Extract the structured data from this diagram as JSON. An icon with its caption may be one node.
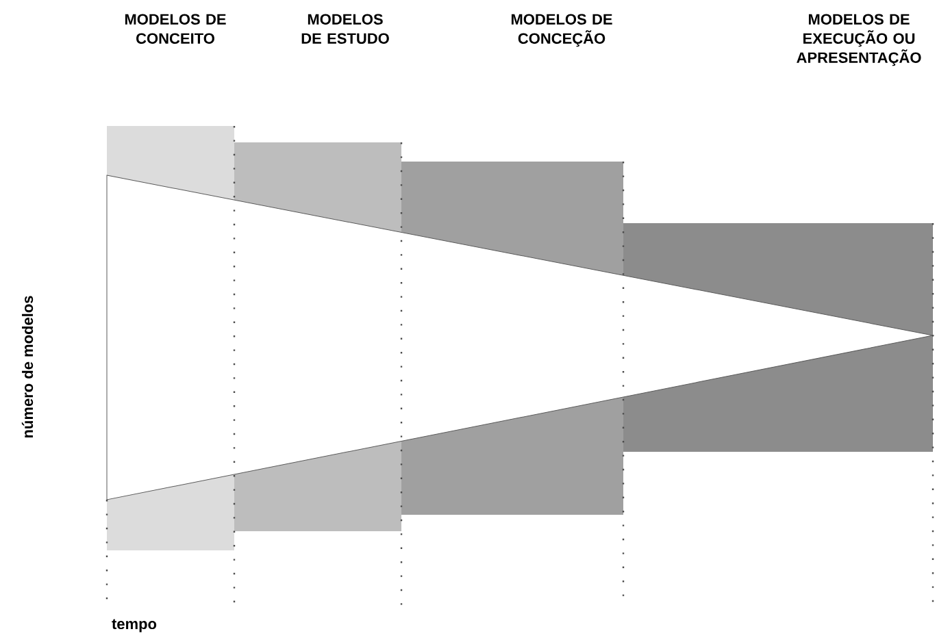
{
  "diagram": {
    "labels": [
      "MODELOS DE CONCEITO",
      "MODELOS DE ESTUDO",
      "MODELOS DE CONCEÇÃO",
      "MODELOS DE EXECUÇÃO OU APRESENTAÇÃO",
      "número de modelos",
      "tempo"
    ]
  }
}
